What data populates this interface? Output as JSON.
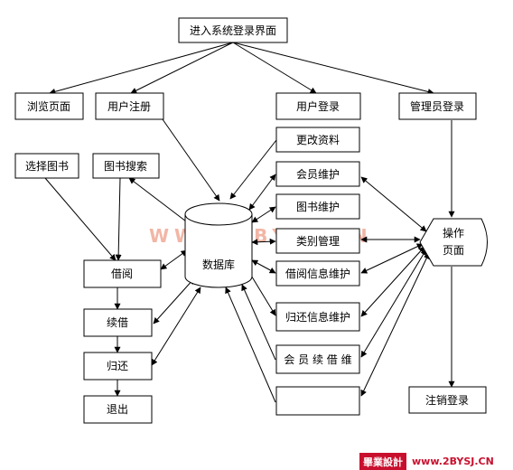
{
  "nodes": {
    "login_page": "进入系统登录界面",
    "browse": "浏览页面",
    "user_register": "用户注册",
    "user_login": "用户登录",
    "admin_login": "管理员登录",
    "select_book": "选择图书",
    "book_search": "图书搜索",
    "edit_profile": "更改资料",
    "member_maint": "会员维护",
    "book_maint": "图书维护",
    "category_mgmt": "类别管理",
    "borrow_info_maint": "借阅信息维护",
    "return_info_maint": "归还信息维护",
    "member_renew": "会 员 续 借 维",
    "blank": "",
    "database": "数据库",
    "operation_line1": "操作",
    "operation_line2": "页面",
    "borrow": "借阅",
    "renew": "续借",
    "return": "归还",
    "exit": "退出",
    "logout": "注销登录"
  },
  "watermark": "WWW.2BYSJ.CN",
  "brand": {
    "badge": "畢業設計",
    "url": "www.2BYSJ.CN"
  }
}
